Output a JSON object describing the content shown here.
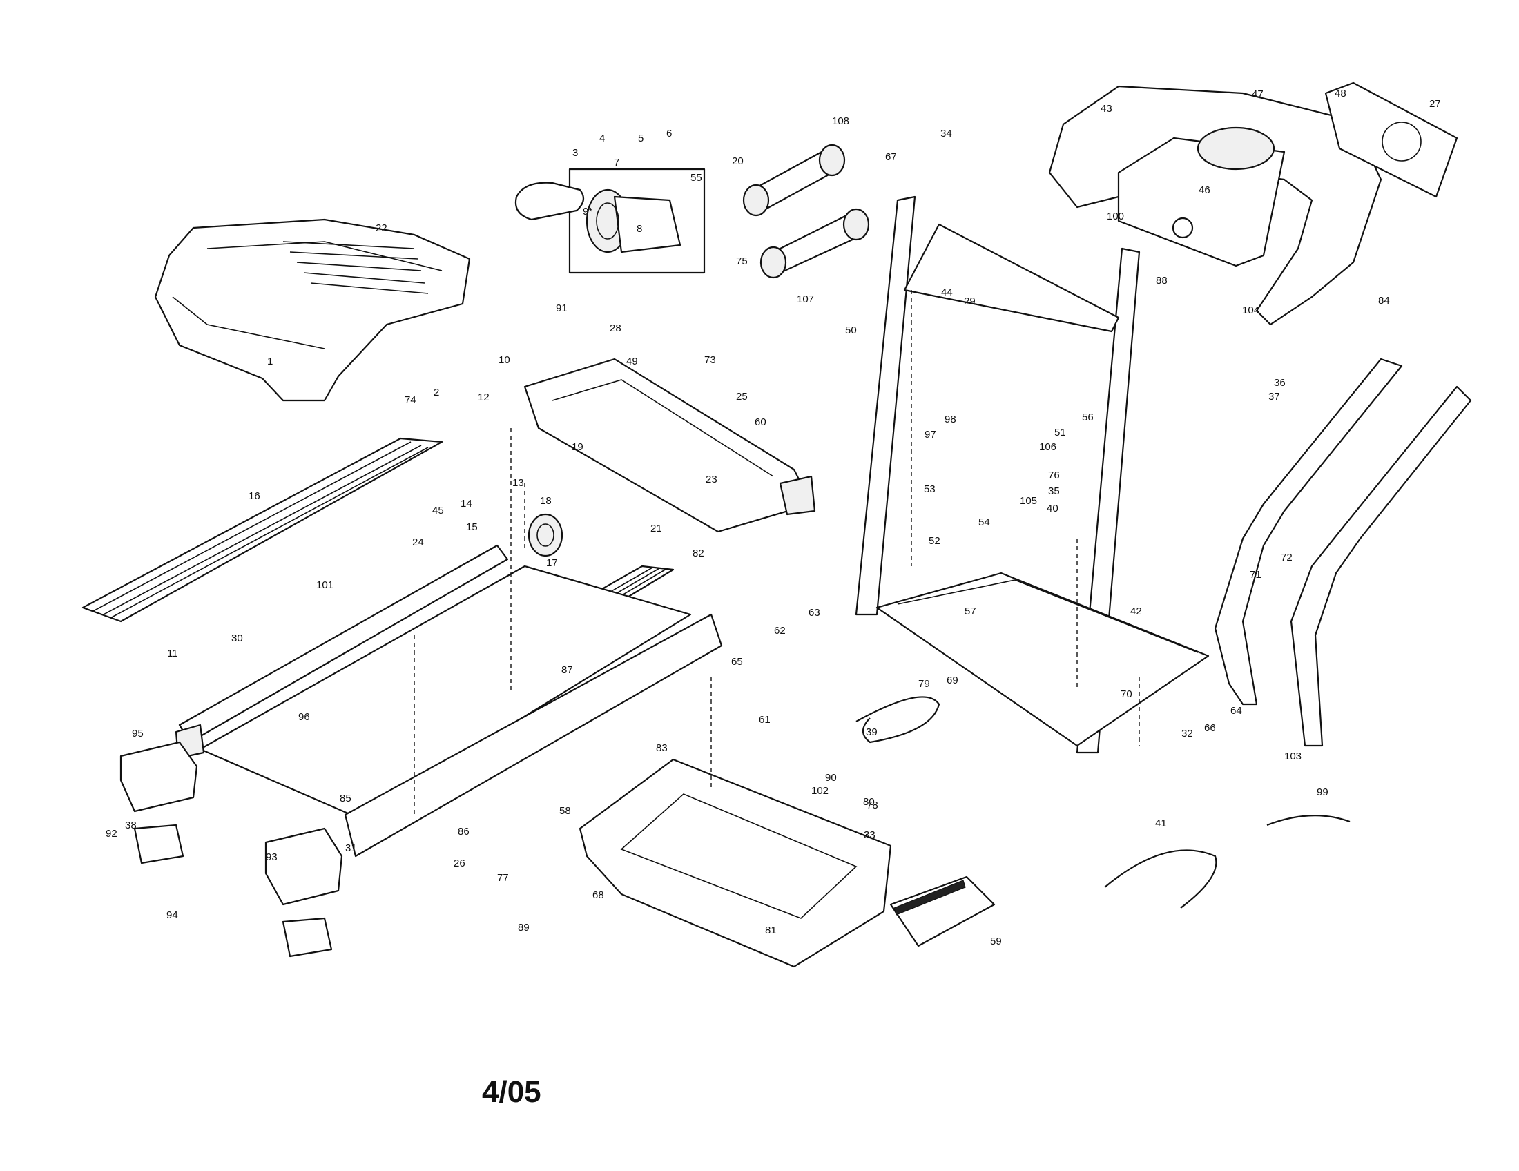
{
  "revision_date": "4/05",
  "callouts": [
    "1",
    "2",
    "3",
    "4",
    "5",
    "6",
    "7",
    "8",
    "9*",
    "10",
    "11",
    "12",
    "13",
    "14",
    "15",
    "16",
    "17",
    "18",
    "19",
    "20",
    "21",
    "22",
    "23",
    "24",
    "25",
    "26",
    "27",
    "28",
    "29",
    "30",
    "31",
    "32",
    "33",
    "34",
    "35",
    "36",
    "37",
    "38",
    "39",
    "40",
    "41",
    "42",
    "43",
    "44",
    "45",
    "46",
    "47",
    "48",
    "49",
    "50",
    "51",
    "52",
    "53",
    "54",
    "55",
    "56",
    "57",
    "58",
    "59",
    "60",
    "61",
    "62",
    "63",
    "64",
    "65",
    "66",
    "67",
    "68",
    "69",
    "70",
    "71",
    "72",
    "73",
    "74",
    "75",
    "76",
    "77",
    "78",
    "79",
    "80",
    "81",
    "82",
    "83",
    "84",
    "85",
    "86",
    "87",
    "88",
    "89",
    "90",
    "91",
    "92",
    "93",
    "94",
    "95",
    "96",
    "97",
    "98",
    "99",
    "100",
    "101",
    "102",
    "103",
    "104",
    "105",
    "106",
    "107",
    "108"
  ]
}
